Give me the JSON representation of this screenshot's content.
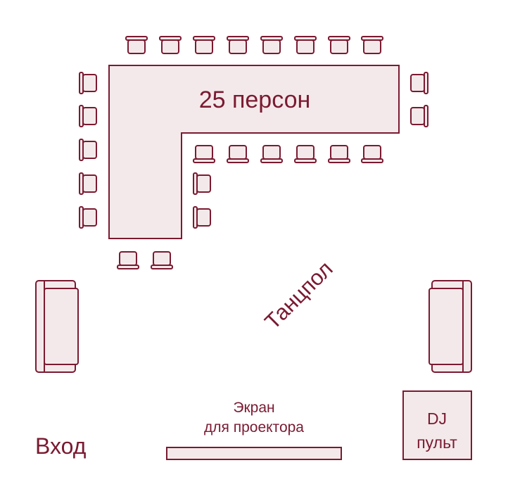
{
  "colors": {
    "stroke": "#7a1a31",
    "fill": "#f4e9ea",
    "background": "#ffffff"
  },
  "labels": {
    "capacity": "25 персон",
    "dance_floor": "Танцпол",
    "screen_line1": "Экран",
    "screen_line2": "для проектора",
    "entrance": "Вход",
    "dj_line1": "DJ",
    "dj_line2": "пульт"
  },
  "counts": {
    "chairs_total": 25,
    "sofas": 2
  }
}
